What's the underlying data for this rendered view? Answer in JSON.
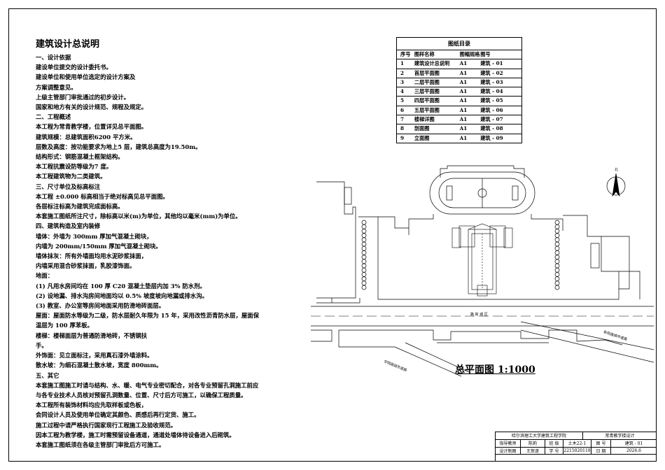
{
  "design_notes": {
    "title": "建筑设计总说明",
    "lines": [
      "一、设计依据",
      "建设单位提交的设计委托书。",
      "建设单位和使用单位选定的设计方案及",
      "方案调整意见。",
      "上级主管部门审批通过的初步设计。",
      "国家和地方有关的设计规范、规程及规定。",
      "二、工程概述",
      "本工程为常青教学楼，位置详见总平面图。",
      "建筑规模：总建筑面积6200 平方米。",
      "层数及高度：按功能要求为地上5 层，建筑总高度为19.50m。",
      "结构形式：钢筋混凝土框架结构。",
      "本工程抗震设防等级为7 度。",
      "本工程建筑物为二类建筑。",
      "三、尺寸单位及标高标注",
      "本工程 ±0.000 标高相当于绝对标高见总平面图。",
      "各层标注标高为建筑完成面标高。",
      "本套施工图纸所注尺寸，除标高以米(m)为单位，其他均以毫米(mm)为单位。",
      "四、建筑构造及室内装修",
      "墙体：外墙为 300mm 厚加气混凝土砌块，",
      "内墙为 200mm/150mm 厚加气混凝土砌块。",
      "墙体抹灰：所有外墙面均用水泥砂浆抹面，",
      "内墙采用混合砂浆抹面，乳胶漆饰面。",
      "地面：",
      "(1) 凡用水房间均在 100 厚 C20 混凝土垫层内加 3% 防水剂。",
      "(2) 设地漏、排水沟房间地面均以 0.5% 坡度坡向地漏或排水沟。",
      "(3) 教室、办公室等房间地面采用防滑地砖面层。",
      "屋面：屋面防水等级为二级，防水层耐久年限为 15 年，采用改性沥青防水层，屋面保",
      "温层为 100 厚苯板。",
      "楼梯：楼梯面层为普通防滑地砖，不锈钢扶",
      "手。",
      "外饰面：见立面标注，采用真石漆外墙涂料。",
      "散水坡：为细石混凝土散水坡，宽度 800mm。",
      "五、其它",
      "本套施工图施工时请与结构、水、暖、电气专业密切配合，对各专业预留孔洞施工前应",
      "与各专业技术人员核对预留孔洞数量、位置、尺寸后方可施工，以确保工程质量。",
      "本工程所有装饰材料均应先取样板或色板，",
      "会同设计人员及使用单位确定其颜色、质感后再行定货、施工。",
      "施工过程中请严格执行国家现行工程施工及验收规范。",
      "因本工程为教学楼，施工时需预留设备通道，通道处墙体待设备进入后砌筑。",
      "本套施工图纸须在各级主管部门审批后方可施工。"
    ]
  },
  "drawing_index": {
    "title": "图纸目录",
    "headers": [
      "序号",
      "图样名称",
      "图幅规格",
      "图号"
    ],
    "rows": [
      [
        "1",
        "建筑设计总说明",
        "A1",
        "建筑 - 01"
      ],
      [
        "2",
        "首层平面图",
        "A1",
        "建筑 - 02"
      ],
      [
        "3",
        "二层平面图",
        "A1",
        "建筑 - 03"
      ],
      [
        "4",
        "三层平面图",
        "A1",
        "建筑 - 04"
      ],
      [
        "5",
        "四层平面图",
        "A1",
        "建筑 - 05"
      ],
      [
        "6",
        "五层平面图",
        "A1",
        "建筑 - 06"
      ],
      [
        "7",
        "楼梯详图",
        "A1",
        "建筑 - 07"
      ],
      [
        "8",
        "剖面图",
        "A1",
        "建筑 - 08"
      ],
      [
        "9",
        "立面图",
        "A1",
        "建筑 - 09"
      ]
    ]
  },
  "site_plan": {
    "caption": "总平面图 1:1000",
    "north_label": "北",
    "road_labels": [
      "路 街 城 区",
      "学院路城市道路",
      "新阳路城市道路"
    ]
  },
  "title_block": {
    "institution": "哈尔滨理工大学建筑工程学院",
    "project": "常青教学楼设计",
    "row2": [
      "指导教师",
      "陈莉",
      "班 级",
      "土木22-1",
      "图 号",
      "建筑 - 01"
    ],
    "row3": [
      "设计制图",
      "王贺遂",
      "学 号",
      "2215020118",
      "日 期",
      "2026.6"
    ]
  }
}
